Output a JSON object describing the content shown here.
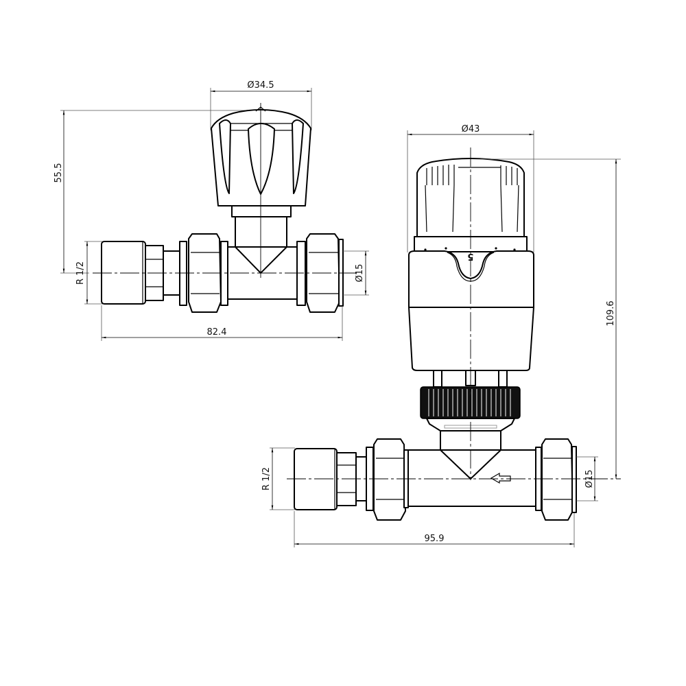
{
  "drawing": {
    "type": "technical-drawing",
    "subject": "radiator valves (manual and thermostatic, straight)",
    "line_color": "#000000",
    "background": "#ffffff"
  },
  "manual_valve": {
    "head_diameter_label": "Ø34.5",
    "height_label": "55.5",
    "thread_label": "R 1/2",
    "pipe_diameter_label": "Ø15",
    "overall_length_label": "82.4"
  },
  "thermostatic_valve": {
    "head_diameter_label": "Ø43",
    "height_label": "109.6",
    "thread_label": "R 1/2",
    "pipe_diameter_label": "Ø15",
    "overall_length_label": "95.9",
    "dial_setting": "5",
    "flow_direction": "arrow-left"
  }
}
